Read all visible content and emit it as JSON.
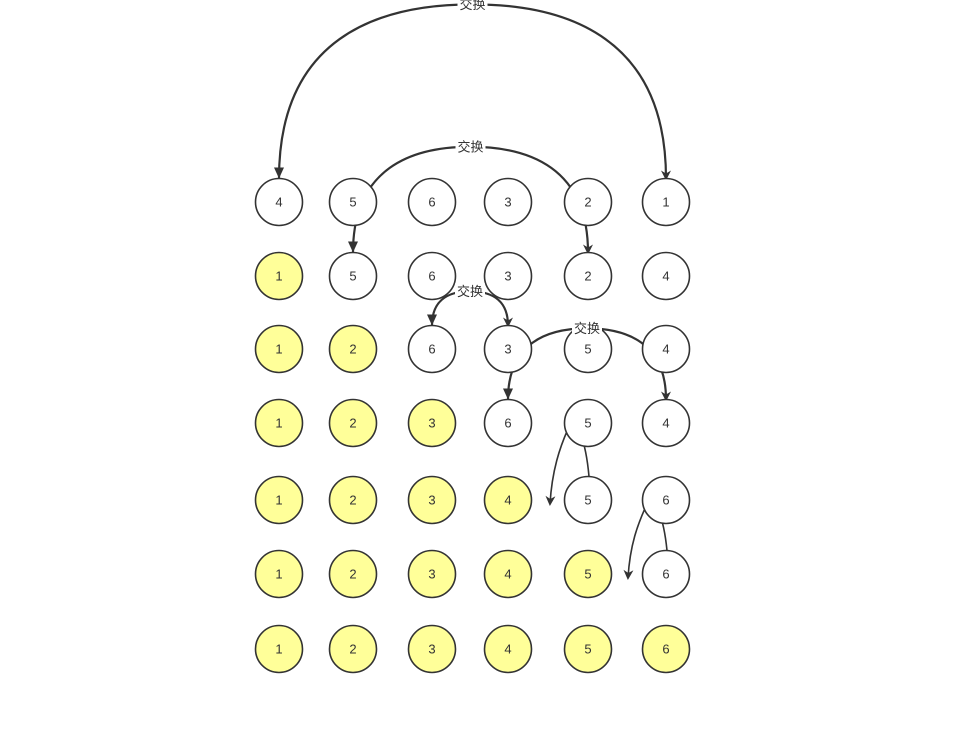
{
  "colors": {
    "sorted_fill": "#ffff99",
    "unsorted_fill": "#ffffff",
    "stroke": "#333333"
  },
  "swap_label": "交换",
  "rows": [
    {
      "values": [
        "4",
        "5",
        "6",
        "3",
        "2",
        "1"
      ],
      "sorted_count": 0
    },
    {
      "values": [
        "1",
        "5",
        "6",
        "3",
        "2",
        "4"
      ],
      "sorted_count": 1
    },
    {
      "values": [
        "1",
        "2",
        "6",
        "3",
        "5",
        "4"
      ],
      "sorted_count": 2
    },
    {
      "values": [
        "1",
        "2",
        "3",
        "6",
        "5",
        "4"
      ],
      "sorted_count": 3
    },
    {
      "values": [
        "1",
        "2",
        "3",
        "4",
        "5",
        "6"
      ],
      "sorted_count": 4
    },
    {
      "values": [
        "1",
        "2",
        "3",
        "4",
        "5",
        "6"
      ],
      "sorted_count": 5
    },
    {
      "values": [
        "1",
        "2",
        "3",
        "4",
        "5",
        "6"
      ],
      "sorted_count": 6
    }
  ],
  "swaps": [
    {
      "row": 0,
      "from_index": 0,
      "to_index": 5,
      "label": "交换"
    },
    {
      "row": 1,
      "from_index": 1,
      "to_index": 4,
      "label": "交换"
    },
    {
      "row": 2,
      "from_index": 2,
      "to_index": 3,
      "label": "交换"
    },
    {
      "row": 3,
      "from_index": 3,
      "to_index": 5,
      "label": "交换"
    }
  ],
  "self_moves": [
    {
      "row": 3,
      "index": 4
    },
    {
      "row": 4,
      "index": 5
    }
  ]
}
